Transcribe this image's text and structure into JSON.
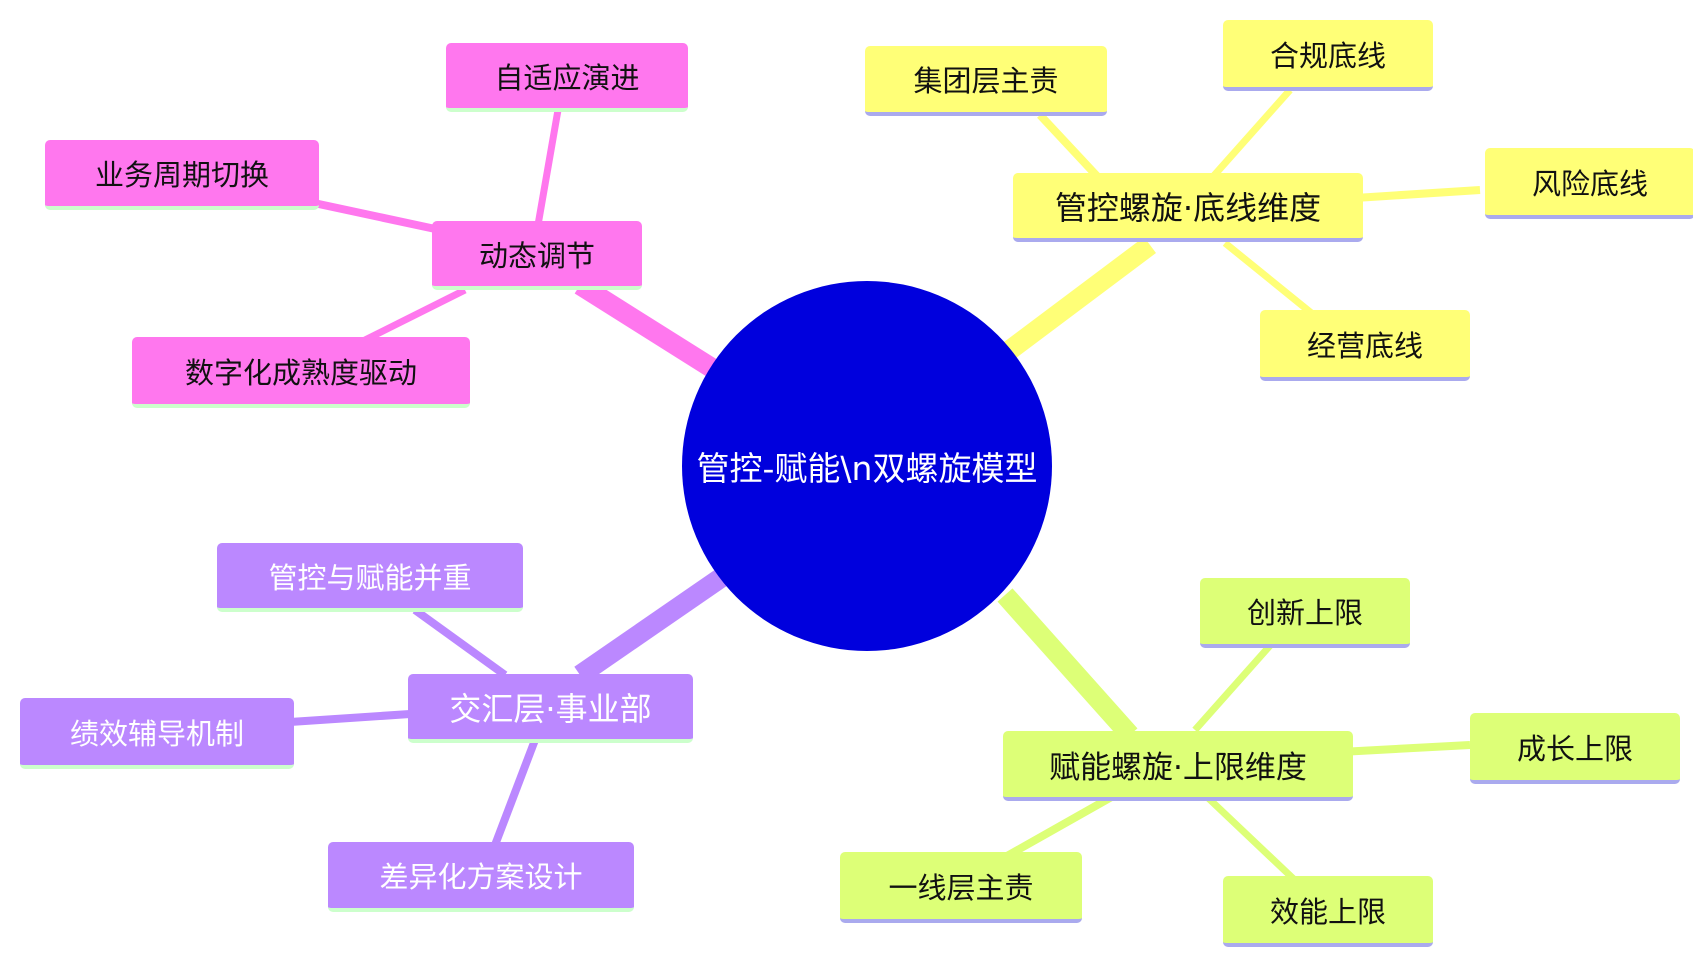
{
  "colors": {
    "center": "#0000DD",
    "branch_top_right": "#FFFF77",
    "branch_bottom_right": "#DDFF77",
    "branch_top_left": "#FF77EE",
    "branch_bottom_left": "#BB88FF",
    "underline_lavender": "#AAAAEE",
    "underline_green": "#CCFFCC"
  },
  "center": {
    "label": "管控-赋能\\n双螺旋模型"
  },
  "branches": {
    "control": {
      "label": "管控螺旋·底线维度",
      "children": [
        "集团层主责",
        "合规底线",
        "风险底线",
        "经营底线"
      ]
    },
    "empower": {
      "label": "赋能螺旋·上限维度",
      "children": [
        "创新上限",
        "成长上限",
        "效能上限",
        "一线层主责"
      ]
    },
    "dynamic": {
      "label": "动态调节",
      "children": [
        "自适应演进",
        "业务周期切换",
        "数字化成熟度驱动"
      ]
    },
    "junction": {
      "label": "交汇层·事业部",
      "children": [
        "管控与赋能并重",
        "绩效辅导机制",
        "差异化方案设计"
      ]
    }
  }
}
